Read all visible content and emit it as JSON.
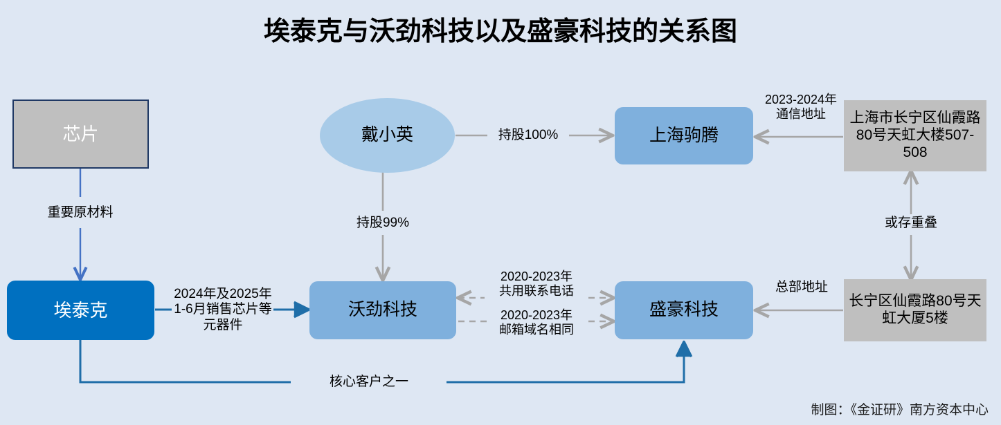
{
  "title": "埃泰克与沃劲科技以及盛豪科技的关系图",
  "credit": "制图：《金证研》南方资本中心",
  "colors": {
    "background": "#dee7f3",
    "chip_fill": "#bfbfbf",
    "chip_border": "#1f3864",
    "primary_fill": "#0070c0",
    "blue_fill": "#7fb0dd",
    "ellipse_fill": "#a8cbe8",
    "address_fill": "#bfbfbf",
    "gray_connector": "#a6a6a6",
    "blue_connector": "#4472c4",
    "teal_connector": "#1f6ea8"
  },
  "nodes": {
    "chip": "芯片",
    "aitaike": "埃泰克",
    "daixiaoying": "戴小英",
    "wojin": "沃劲科技",
    "shanghaijuteng": "上海驹腾",
    "shenghao": "盛豪科技",
    "address_top": "上海市长宁区仙霞路80号天虹大楼507-508",
    "address_bottom": "长宁区仙霞路80号天虹大厦5楼"
  },
  "edges": {
    "chip_to_aitaike": "重要原材料",
    "aitaike_to_wojin": "2024年及2025年\n1-6月销售芯片等\n元器件",
    "dai_to_juteng": "持股100%",
    "dai_to_wojin": "持股99%",
    "wojin_shenghao_phone": "2020-2023年\n共用联系电话",
    "wojin_shenghao_email": "2020-2023年\n邮箱域名相同",
    "addrtop_to_juteng": "2023-2024年\n通信地址",
    "addr_overlap": "或存重叠",
    "addrbottom_to_shenghao": "总部地址",
    "aitaike_to_shenghao": "核心客户之一"
  }
}
